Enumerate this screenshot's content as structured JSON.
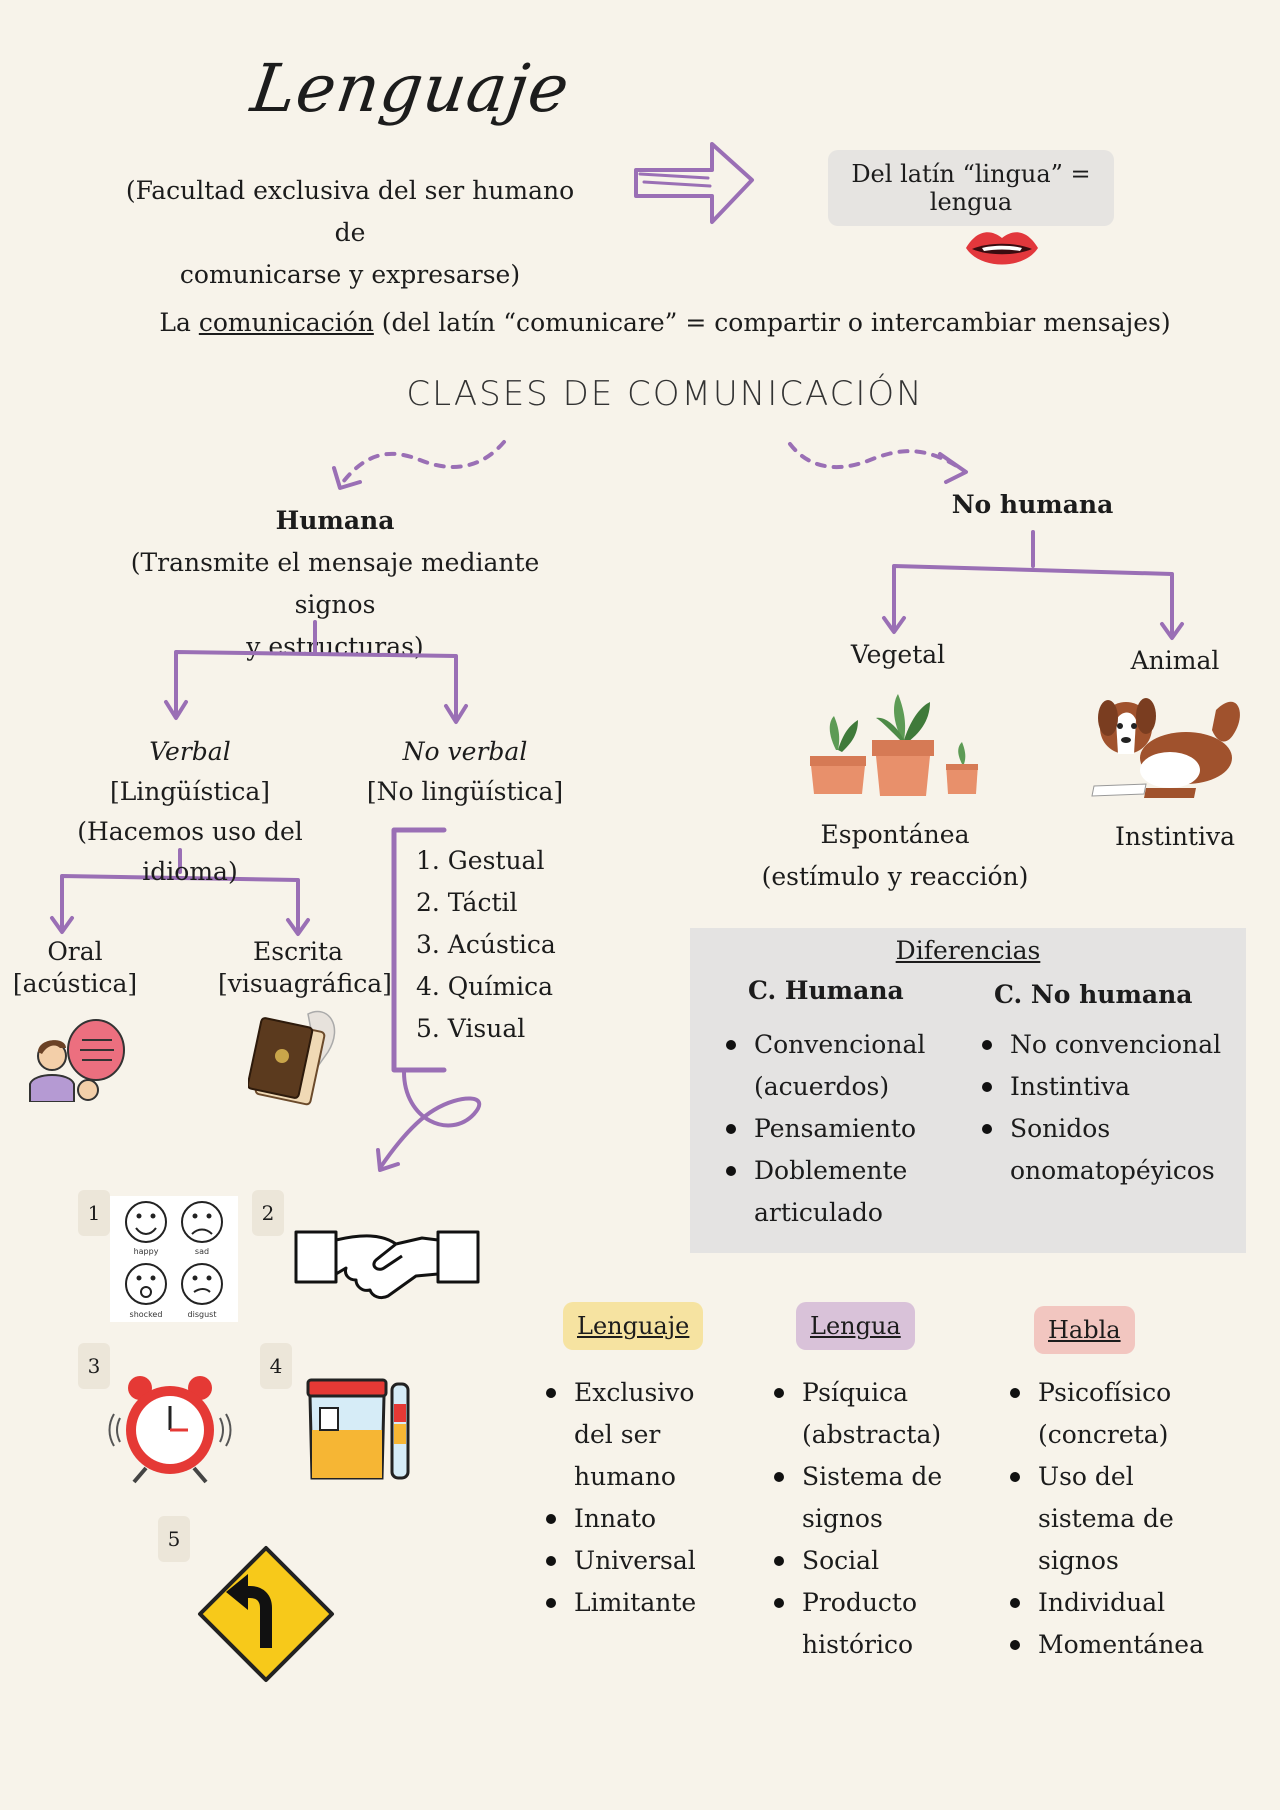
{
  "header": {
    "title": "Lenguaje",
    "subtitle_line1": "(Facultad exclusiva del ser humano de",
    "subtitle_line2": "comunicarse y expresarse)",
    "origin": "Del latín “lingua” = lengua"
  },
  "communication": {
    "prefix": "La",
    "word": "comunicación",
    "suffix": "(del latín “comunicare” = compartir o intercambiar mensajes)"
  },
  "classes_title": "CLASES DE COMUNICACIÓN",
  "humana": {
    "title": "Humana",
    "desc_line1": "(Transmite el mensaje mediante signos",
    "desc_line2": "y estructuras)",
    "verbal": {
      "title": "Verbal",
      "sub": "[Lingüística]",
      "desc": "(Hacemos uso del idioma)",
      "oral_title": "Oral",
      "oral_sub": "[acústica]",
      "escrita_title": "Escrita",
      "escrita_sub": "[visuagráfica]"
    },
    "no_verbal": {
      "title": "No verbal",
      "sub": "[No lingüística]",
      "items": [
        "1. Gestual",
        "2. Táctil",
        "3. Acústica",
        "4. Química",
        "5. Visual"
      ]
    }
  },
  "no_humana": {
    "title": "No humana",
    "vegetal": "Vegetal",
    "animal": "Animal",
    "vegetal_desc_line1": "Espontánea",
    "vegetal_desc_line2": "(estímulo y reacción)",
    "animal_desc": "Instintiva"
  },
  "diferencias": {
    "title": "Diferencias",
    "humana_title": "C. Humana",
    "no_humana_title": "C. No humana",
    "humana_items": [
      "Convencional (acuerdos)",
      "Pensamiento",
      "Doblemente articulado"
    ],
    "no_humana_items": [
      "No convencional",
      "Instintiva",
      "Sonidos onomatopéyicos"
    ]
  },
  "examples": {
    "numbers": [
      "1",
      "2",
      "3",
      "4",
      "5"
    ],
    "faces": [
      "happy",
      "sad",
      "shocked",
      "disgust"
    ]
  },
  "comparison": [
    {
      "title": "Lenguaje",
      "color": "#f6e3a1",
      "items": [
        "Exclusivo del ser humano",
        "Innato",
        "Universal",
        "Limitante"
      ]
    },
    {
      "title": "Lengua",
      "color": "#d9c2d9",
      "items": [
        "Psíquica (abstracta)",
        "Sistema de signos",
        "Social",
        "Producto histórico"
      ]
    },
    {
      "title": "Habla",
      "color": "#f2c6c0",
      "items": [
        "Psicofísico (concreta)",
        "Uso del sistema de signos",
        "Individual",
        "Momentánea"
      ]
    }
  ],
  "colors": {
    "accent": "#9a6fb5",
    "background": "#f7f3ea",
    "panel": "#e4e3e2"
  }
}
